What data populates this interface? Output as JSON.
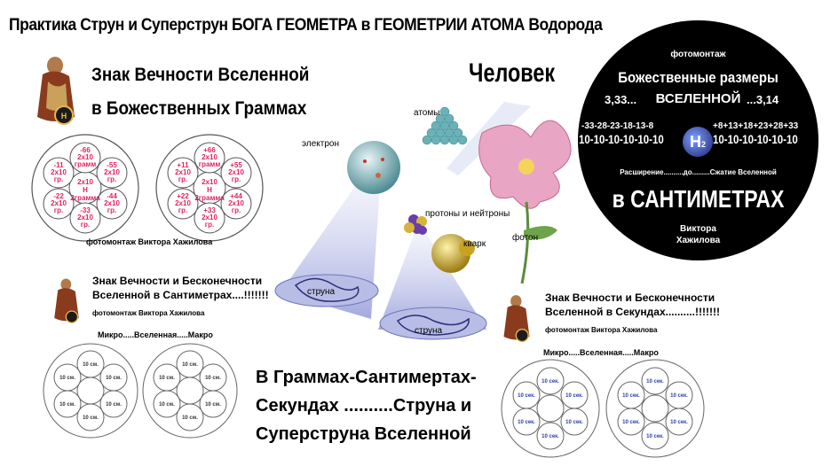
{
  "title": "Практика Струн и Суперструн БОГА ГЕОМЕТРА в ГЕОМЕТРИИ АТОМА Водорода",
  "top_left": {
    "heading_line1": "Знак Вечности Вселенной",
    "heading_line2": "в Божественных Граммах",
    "credit": "фотомонтаж Виктора Хажилова",
    "left_circle": {
      "center_top": "2x10",
      "center_mid": "H",
      "center_sub": "2",
      "center_bottom": "2грамма",
      "petals": [
        {
          "value": "-66",
          "unit": "2x10",
          "sub": "грамм"
        },
        {
          "value": "-55",
          "unit": "2x10",
          "sub": "гр."
        },
        {
          "value": "-44",
          "unit": "2x10",
          "sub": "гр."
        },
        {
          "value": "-33",
          "unit": "2x10",
          "sub": "гр."
        },
        {
          "value": "-22",
          "unit": "2x10",
          "sub": "гр."
        },
        {
          "value": "-11",
          "unit": "2x10",
          "sub": "гр."
        }
      ]
    },
    "right_circle": {
      "center_top": "2x10",
      "center_mid": "H",
      "center_sub": "2",
      "center_bottom": "2грамма",
      "petals": [
        {
          "value": "+66",
          "unit": "2x10",
          "sub": "грамм"
        },
        {
          "value": "+55",
          "unit": "2x10",
          "sub": "гр."
        },
        {
          "value": "+44",
          "unit": "2x10",
          "sub": "гр."
        },
        {
          "value": "+33",
          "unit": "2x10",
          "sub": "гр."
        },
        {
          "value": "+22",
          "unit": "2x10",
          "sub": "гр."
        },
        {
          "value": "+11",
          "unit": "2x10",
          "sub": "гр."
        }
      ]
    }
  },
  "center": {
    "chelovek": "Человек",
    "atomy": "атомы",
    "elektron": "электрон",
    "protony": "протоны и нейтроны",
    "foton": "фотон",
    "kvark": "кварк",
    "struna1": "струна",
    "struna2": "струна"
  },
  "black_circle": {
    "photomontage": "фотомонтаж",
    "line1": "Божественные размеры",
    "left_num": "3,33...",
    "right_num": "...3,14",
    "line2": "ВСЕЛЕННОЙ",
    "neg_exps": "-33-28-23-18-13-8",
    "pos_exps": "+8+13+18+23+28+33",
    "tens_left": "10-10-10-10-10-10",
    "tens_right": "10-10-10-10-10-10",
    "h": "H",
    "h_sub": "2",
    "expansion": "Расширение..........до.........Сжатие Вселенной",
    "big": "в САНТИМЕТРАХ",
    "author1": "Виктора",
    "author2": "Хажилова"
  },
  "bottom_left": {
    "heading_line1": "Знак Вечности и Бесконечности",
    "heading_line2": "Вселенной в Сантиметрах....!!!!!!!",
    "credit": "фотомонтаж Виктора Хажилова",
    "scale": "Микро.....Вселенная.....Макро"
  },
  "bottom_right": {
    "heading_line1": "Знак Вечности и Бесконечности",
    "heading_line2": "Вселенной в Секундах..........!!!!!!!",
    "credit": "фотомонтаж Виктора Хажилова",
    "scale": "Микро.....Вселенная.....Макро"
  },
  "bottom_center": {
    "line1": "В Граммах-Сантимертах-",
    "line2": "Секундах ..........Струна  и",
    "line3": "Суперструна Вселенной"
  },
  "colors": {
    "pink": "#e0245e",
    "blue": "#2c3ca8",
    "black": "#000000"
  }
}
